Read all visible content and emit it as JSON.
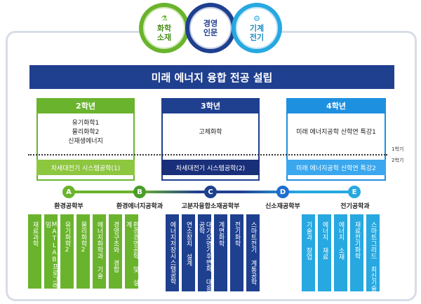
{
  "colors": {
    "green": "#6ab42d",
    "green_light": "#8dc63f",
    "navy": "#1f3f8f",
    "navy_dark": "#1a2f7a",
    "blue": "#1e90e0",
    "blue_light": "#3aa7ee",
    "sky": "#27a8e0",
    "frame": "#d8dde6"
  },
  "circles": [
    {
      "label": "화학\n소재",
      "icon": "flask-icon",
      "color": "#6ab42d"
    },
    {
      "label": "경영\n인문",
      "icon": "none",
      "color": "#1f3f8f"
    },
    {
      "label": "기계\n전기",
      "icon": "gear-icon",
      "color": "#27a8e0"
    }
  ],
  "title": "미래 에너지 융합 전공 설립",
  "years": [
    {
      "head": "2학년",
      "lines": [
        "유기화학1",
        "물리화학2",
        "신재생에너지"
      ],
      "foot": "차세대전기 시스템공학(1)"
    },
    {
      "head": "3학년",
      "lines": [
        "고체화학"
      ],
      "foot": "차세대전기 시스템공학(2)"
    },
    {
      "head": "4학년",
      "lines": [
        "미래 에너지공학 산학연 특강1"
      ],
      "foot": "미래 에너지공학 산학연 특강2"
    }
  ],
  "semesters": [
    "1학기",
    "2학기"
  ],
  "departments": [
    {
      "letter": "A",
      "name": "환경공학부"
    },
    {
      "letter": "B",
      "name": "환경에너지공학과"
    },
    {
      "letter": "C",
      "name": "고분자융합소재공학부"
    },
    {
      "letter": "D",
      "name": "신소재공학부"
    },
    {
      "letter": "E",
      "name": "전기공학과"
    }
  ],
  "courses": {
    "green": [
      "재료과학",
      "MATLAB프로그래밍",
      "유기화학2",
      "물리화학2",
      "에너지화학과 기술",
      "경영구조와 경합",
      "환경경영공학 및 설계"
    ],
    "navy": [
      "에너지저장시스템공학",
      "연소장치 설계",
      "대기오염기후변화 대응공학",
      "계면화학",
      "전기화학",
      "스마트전기 계통공학"
    ],
    "blue": [
      "기술과 창업",
      "에너지 재료",
      "에너지 소재",
      "재료전기화학",
      "스마트그리드 최신기술"
    ]
  }
}
